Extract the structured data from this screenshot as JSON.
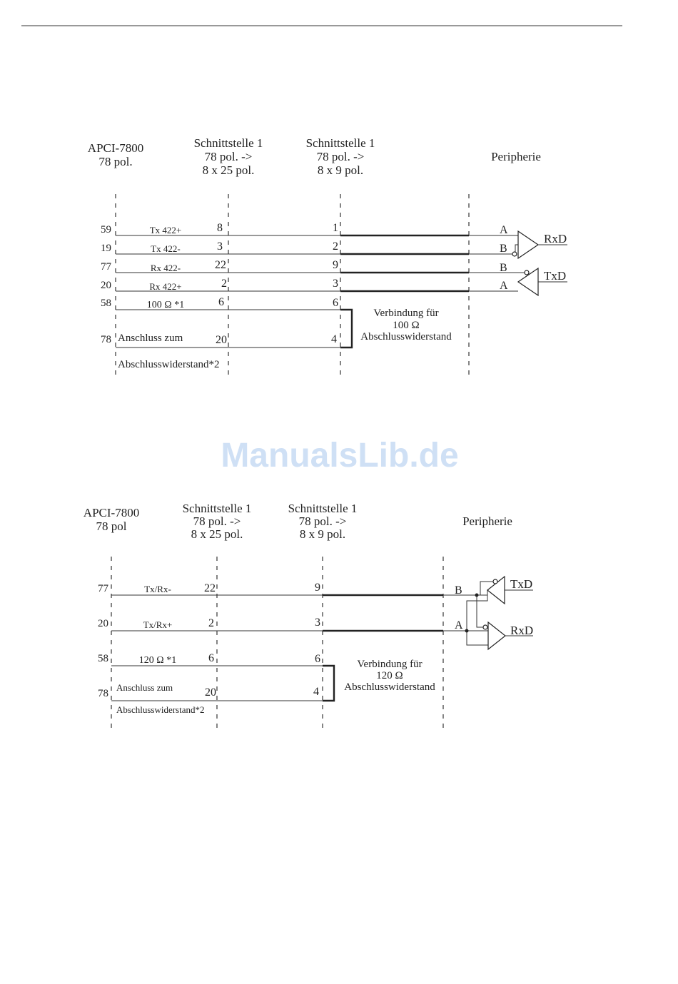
{
  "diagram1": {
    "headers": {
      "apci": [
        "APCI-7800",
        "78 pol."
      ],
      "iface25": [
        "Schnittstelle 1",
        "78 pol. ->",
        "8  x 25 pol."
      ],
      "iface9": [
        "Schnittstelle 1",
        "78 pol. ->",
        "8 x 9 pol."
      ],
      "periph": "Peripherie"
    },
    "rows": [
      {
        "pin78": "59",
        "signal": "Tx 422+",
        "pin25": "8",
        "pin9": "1"
      },
      {
        "pin78": "19",
        "signal": "Tx 422-",
        "pin25": "3",
        "pin9": "2"
      },
      {
        "pin78": "77",
        "signal": "Rx 422-",
        "pin25": "22",
        "pin9": "9"
      },
      {
        "pin78": "20",
        "signal": "Rx 422+",
        "pin25": "2",
        "pin9": "3"
      },
      {
        "pin78": "58",
        "signal": "100 Ω *1",
        "pin25": "6",
        "pin9": "6"
      },
      {
        "pin78": "78",
        "signal": "Anschluss zum",
        "pin25": "20",
        "pin9": "4"
      }
    ],
    "footnote": "Abschlusswiderstand*2",
    "connection": [
      "Verbindung für",
      "100 Ω",
      "Abschlusswiderstand"
    ],
    "periph_labels": {
      "a1": "A",
      "b1": "B",
      "b2": "B",
      "a2": "A",
      "rxd": "RxD",
      "txd": "TxD"
    }
  },
  "watermark": "ManualsLib.de",
  "diagram2": {
    "headers": {
      "apci": [
        "APCI-7800",
        "78 pol"
      ],
      "iface25": [
        "Schnittstelle 1",
        "78 pol. ->",
        "8  x 25 pol."
      ],
      "iface9": [
        "Schnittstelle 1",
        "78 pol. ->",
        "8 x 9 pol."
      ],
      "periph": "Peripherie"
    },
    "rows": [
      {
        "pin78": "77",
        "signal": "Tx/Rx-",
        "pin25": "22",
        "pin9": "9"
      },
      {
        "pin78": "20",
        "signal": "Tx/Rx+",
        "pin25": "2",
        "pin9": "3"
      },
      {
        "pin78": "58",
        "signal": "120 Ω *1",
        "pin25": "6",
        "pin9": "6"
      },
      {
        "pin78": "78",
        "signal": "Anschluss zum",
        "pin25": "20",
        "pin9": "4"
      }
    ],
    "footnote": "Abschlusswiderstand*2",
    "connection": [
      "Verbindung für",
      "120 Ω",
      "Abschlusswiderstand"
    ],
    "periph_labels": {
      "b": "B",
      "a": "A",
      "txd": "TxD",
      "rxd": "RxD"
    }
  }
}
